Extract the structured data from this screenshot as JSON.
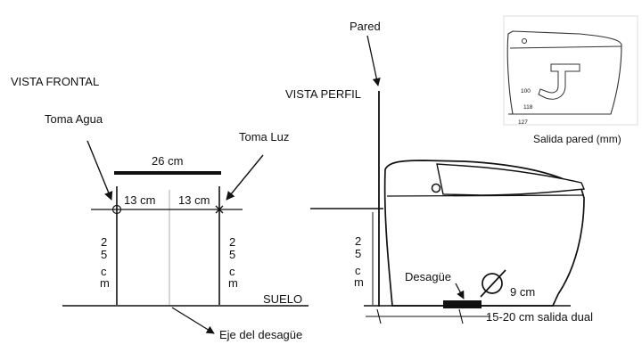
{
  "front_view": {
    "title": "VISTA FRONTAL",
    "water_inlet": "Toma Agua",
    "power_outlet": "Toma Luz",
    "total_width": "26 cm",
    "left_offset": "13 cm",
    "right_offset": "13 cm",
    "height_chars": [
      "2",
      "5",
      "c",
      "m"
    ],
    "floor": "SUELO",
    "drain_axis": "Eje del desagüe"
  },
  "side_view": {
    "wall": "Pared",
    "title": "VISTA PERFIL",
    "height_chars": [
      "2",
      "5",
      "c",
      "m"
    ],
    "drain": "Desagüe",
    "drain_diameter": "9 cm",
    "outlet_distance": "15-20 cm salida dual"
  },
  "inset": {
    "caption": "Salida pared (mm)",
    "dim_100": "100",
    "dim_118": "118",
    "dim_127": "127"
  },
  "colors": {
    "line": "#111111",
    "faint": "#bbbbbb"
  }
}
